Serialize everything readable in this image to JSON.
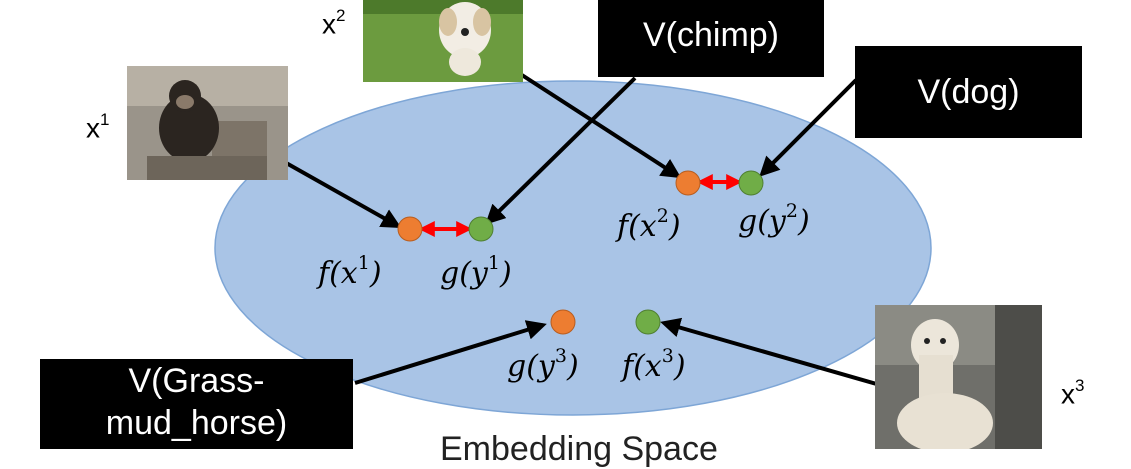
{
  "inputs": {
    "x1": {
      "base": "x",
      "sup": "1"
    },
    "x2": {
      "base": "x",
      "sup": "2"
    },
    "x3": {
      "base": "x",
      "sup": "3"
    }
  },
  "vectors": {
    "chimp": "V(chimp)",
    "dog": "V(dog)",
    "grass_mud_horse_line1": "V(Grass-",
    "grass_mud_horse_line2": "mud_horse)"
  },
  "points": {
    "p1": {
      "left": "f(x",
      "left_sup": "1",
      "right": "g(y",
      "right_sup": "1"
    },
    "p2": {
      "left": "f(x",
      "left_sup": "2",
      "right": "g(y",
      "right_sup": "2"
    },
    "p3": {
      "left": "g(y",
      "left_sup": "3",
      "right": "f(x",
      "right_sup": "3"
    }
  },
  "caption": "Embedding Space",
  "colors": {
    "ellipse": "#a9c4e6",
    "ellipse_stroke": "#7ea6d6",
    "orange_dot": "#ed7d31",
    "green_dot": "#70ad47",
    "red_arrow": "#ff0000",
    "arrow": "#000000"
  }
}
